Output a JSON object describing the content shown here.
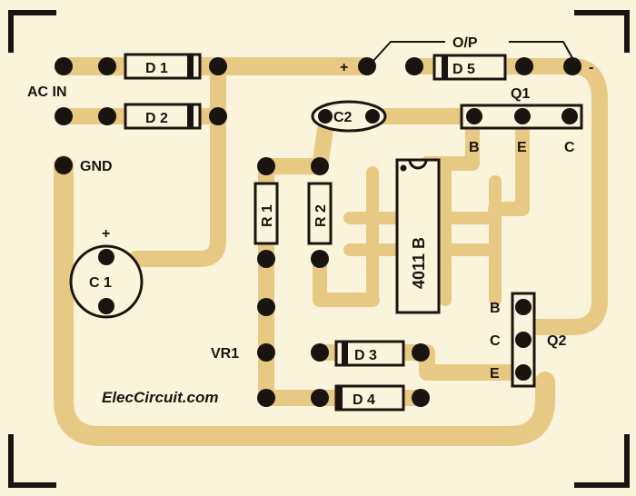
{
  "colors": {
    "background": "#fbf4dc",
    "trace": "#e8c983",
    "ink": "#1a1410",
    "pad_ring": "#f4e4b4"
  },
  "labels": {
    "ac_in": "AC IN",
    "gnd": "GND",
    "op": "O/P",
    "plus_out": "+",
    "minus_out": "-",
    "q1": "Q1",
    "q1_b": "B",
    "q1_e": "E",
    "q1_c": "C",
    "q2": "Q2",
    "q2_b": "B",
    "q2_c": "C",
    "q2_e": "E",
    "c1_plus": "+",
    "vr1": "VR1",
    "watermark": "ElecCircuit.com"
  },
  "components": {
    "d1": "D 1",
    "d2": "D 2",
    "d3": "D 3",
    "d4": "D 4",
    "d5": "D 5",
    "r1": "R 1",
    "r2": "R 2",
    "c1": "C 1",
    "c2": "C2",
    "ic": "4011 B"
  }
}
